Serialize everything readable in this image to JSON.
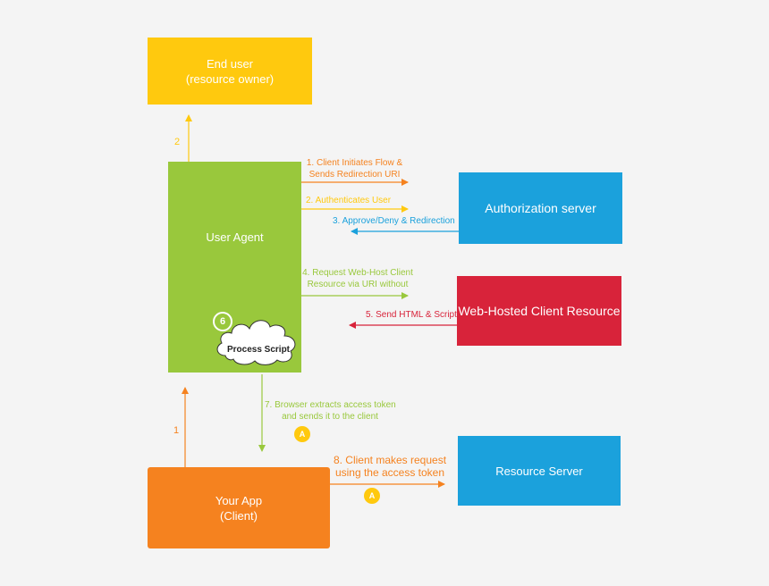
{
  "nodes": {
    "end_user": {
      "line1": "End user",
      "line2": "(resource owner)"
    },
    "user_agent": "User Agent",
    "authorization_server": "Authorization server",
    "web_hosted_client": "Web-Hosted Client Resource",
    "your_app": {
      "line1": "Your App",
      "line2": "(Client)"
    },
    "resource_server": "Resource Server",
    "process_script": "Process Script"
  },
  "steps": {
    "s1": {
      "line1": "1. Client Initiates Flow &",
      "line2": "Sends Redirection URI"
    },
    "s2": "2. Authenticates User",
    "s3": "3. Approve/Deny & Redirection",
    "s4": {
      "line1": "4. Request Web-Host Client",
      "line2": "Resource via URI without"
    },
    "s5": "5. Send HTML & Script",
    "s6": "6",
    "s7": {
      "line1": "7. Browser extracts access token",
      "line2": "and sends it to the client"
    },
    "s8": {
      "line1": "8.  Client makes request",
      "line2": "using the access token"
    },
    "num1": "1",
    "num2": "2",
    "badge_a1": "A",
    "badge_a2": "A"
  },
  "colors": {
    "yellow": "#ffc90e",
    "green": "#99c83c",
    "blue": "#1ba1dc",
    "red": "#d8233a",
    "orange": "#f5821f"
  }
}
